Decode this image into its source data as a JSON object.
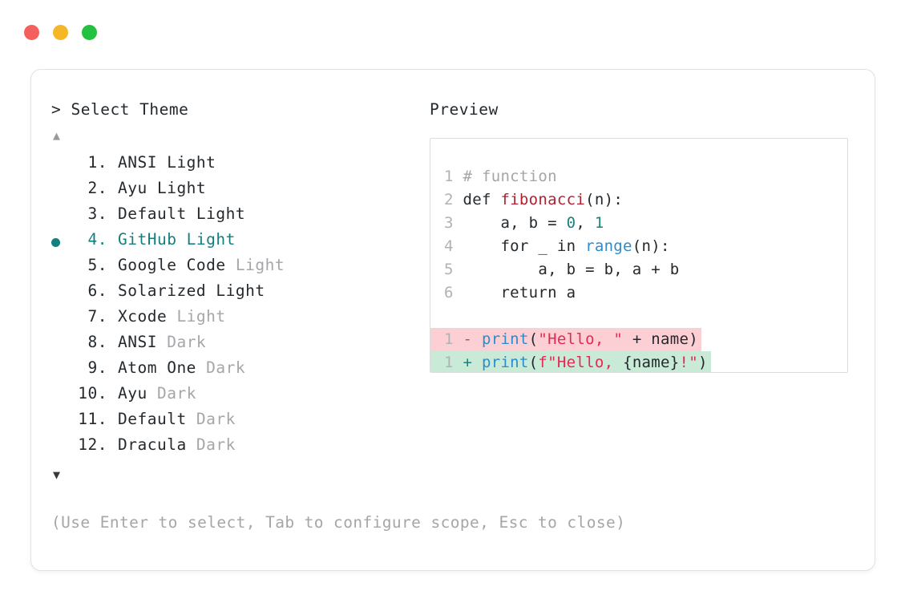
{
  "window": {
    "traffic_lights": [
      {
        "name": "close",
        "color": "#f4605c"
      },
      {
        "name": "minimize",
        "color": "#f5b726"
      },
      {
        "name": "maximize",
        "color": "#22c13f"
      }
    ]
  },
  "selector": {
    "prompt": "> Select Theme",
    "scroll_up": "▲",
    "scroll_down": "▼",
    "selected_index": 4,
    "accent_color": "#13807f",
    "items": [
      {
        "index": "1.",
        "name": "ANSI Light",
        "suffix": "",
        "selected": false
      },
      {
        "index": "2.",
        "name": "Ayu Light",
        "suffix": "",
        "selected": false
      },
      {
        "index": "3.",
        "name": "Default Light",
        "suffix": "",
        "selected": false
      },
      {
        "index": "4.",
        "name": "GitHub Light",
        "suffix": "",
        "selected": true
      },
      {
        "index": "5.",
        "name": "Google Code",
        "suffix": " Light",
        "selected": false
      },
      {
        "index": "6.",
        "name": "Solarized Light",
        "suffix": "",
        "selected": false
      },
      {
        "index": "7.",
        "name": "Xcode",
        "suffix": " Light",
        "selected": false
      },
      {
        "index": "8.",
        "name": "ANSI",
        "suffix": " Dark",
        "selected": false
      },
      {
        "index": "9.",
        "name": "Atom One",
        "suffix": " Dark",
        "selected": false
      },
      {
        "index": "10.",
        "name": "Ayu",
        "suffix": " Dark",
        "selected": false
      },
      {
        "index": "11.",
        "name": "Default",
        "suffix": " Dark",
        "selected": false
      },
      {
        "index": "12.",
        "name": "Dracula",
        "suffix": " Dark",
        "selected": false
      }
    ],
    "hint": "(Use Enter to select, Tab to configure scope, Esc to close)"
  },
  "preview": {
    "label": "Preview",
    "code_lines": [
      {
        "number": "1",
        "tokens": [
          {
            "t": "# function",
            "c": "cmt"
          }
        ]
      },
      {
        "number": "2",
        "tokens": [
          {
            "t": "def ",
            "c": "kw"
          },
          {
            "t": "fibonacci",
            "c": "fn"
          },
          {
            "t": "(n):",
            "c": "pl"
          }
        ]
      },
      {
        "number": "3",
        "tokens": [
          {
            "t": "    a, b = ",
            "c": "pl"
          },
          {
            "t": "0",
            "c": "num"
          },
          {
            "t": ", ",
            "c": "pl"
          },
          {
            "t": "1",
            "c": "num"
          }
        ]
      },
      {
        "number": "4",
        "tokens": [
          {
            "t": "    for _ in ",
            "c": "pl"
          },
          {
            "t": "range",
            "c": "bi"
          },
          {
            "t": "(n):",
            "c": "pl"
          }
        ]
      },
      {
        "number": "5",
        "tokens": [
          {
            "t": "        a, b = b, a + b",
            "c": "pl"
          }
        ]
      },
      {
        "number": "6",
        "tokens": [
          {
            "t": "    return a",
            "c": "pl"
          }
        ]
      }
    ],
    "diff_lines": [
      {
        "number": "1",
        "marker": "-",
        "marker_class": "minus",
        "kind": "removed",
        "background": "#fbcfd4",
        "tokens": [
          {
            "t": "print",
            "c": "bi"
          },
          {
            "t": "(",
            "c": "pl"
          },
          {
            "t": "\"Hello, \"",
            "c": "str"
          },
          {
            "t": " + name)",
            "c": "pl"
          }
        ]
      },
      {
        "number": "1",
        "marker": "+",
        "marker_class": "plus",
        "kind": "added",
        "background": "#c9ead6",
        "tokens": [
          {
            "t": "print",
            "c": "bi"
          },
          {
            "t": "(",
            "c": "pl"
          },
          {
            "t": "f\"Hello, ",
            "c": "str"
          },
          {
            "t": "{name}",
            "c": "pl"
          },
          {
            "t": "!\"",
            "c": "str"
          },
          {
            "t": ")",
            "c": "pl"
          }
        ]
      }
    ]
  }
}
